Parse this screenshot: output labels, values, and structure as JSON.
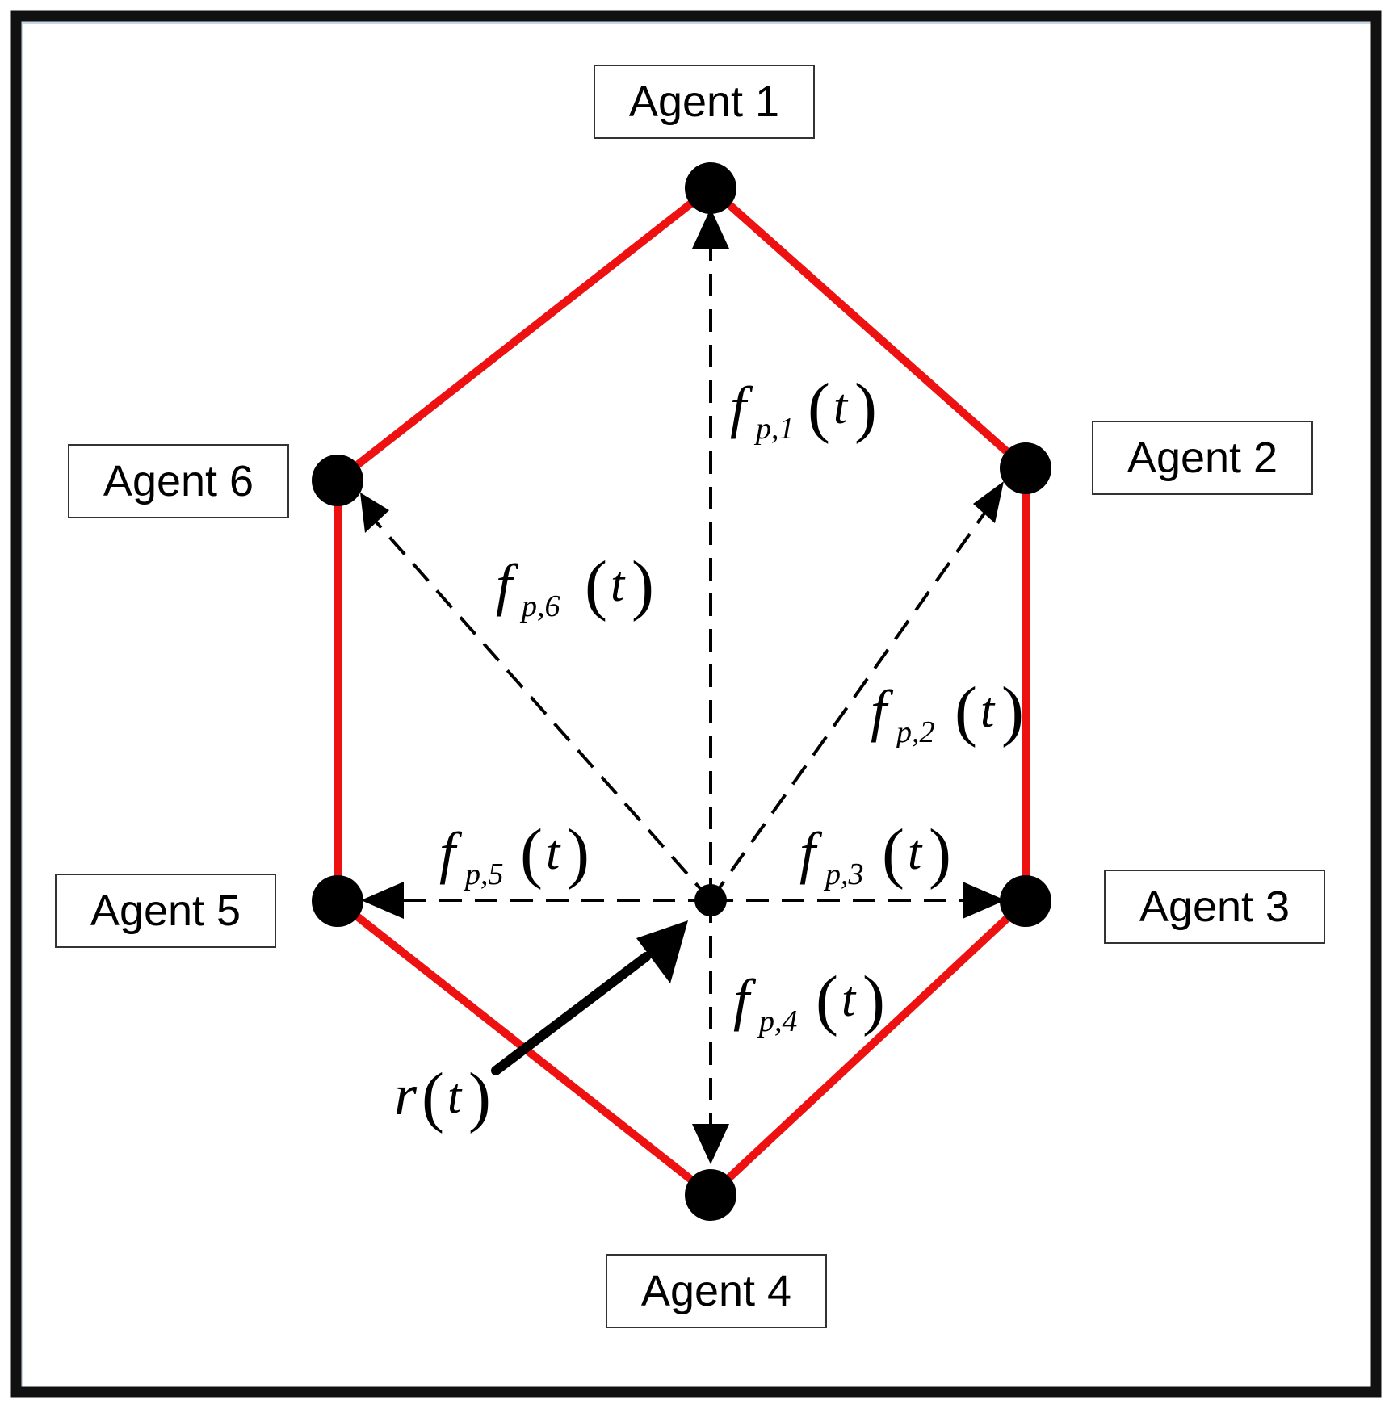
{
  "agents": [
    {
      "id": 1,
      "label": "Agent 1"
    },
    {
      "id": 2,
      "label": "Agent 2"
    },
    {
      "id": 3,
      "label": "Agent 3"
    },
    {
      "id": 4,
      "label": "Agent 4"
    },
    {
      "id": 5,
      "label": "Agent 5"
    },
    {
      "id": 6,
      "label": "Agent 6"
    }
  ],
  "formation_vectors": [
    {
      "to_agent": 1,
      "symbol": "f",
      "subscript": "p,1",
      "arg": "t"
    },
    {
      "to_agent": 2,
      "symbol": "f",
      "subscript": "p,2",
      "arg": "t"
    },
    {
      "to_agent": 3,
      "symbol": "f",
      "subscript": "p,3",
      "arg": "t"
    },
    {
      "to_agent": 4,
      "symbol": "f",
      "subscript": "p,4",
      "arg": "t"
    },
    {
      "to_agent": 5,
      "symbol": "f",
      "subscript": "p,5",
      "arg": "t"
    },
    {
      "to_agent": 6,
      "symbol": "f",
      "subscript": "p,6",
      "arg": "t"
    }
  ],
  "reference": {
    "symbol": "r",
    "arg": "t"
  },
  "colors": {
    "formation_edge": "#ee1111",
    "node": "#000000",
    "border": "#111111",
    "frame_shadow": "#c9d6e6"
  }
}
